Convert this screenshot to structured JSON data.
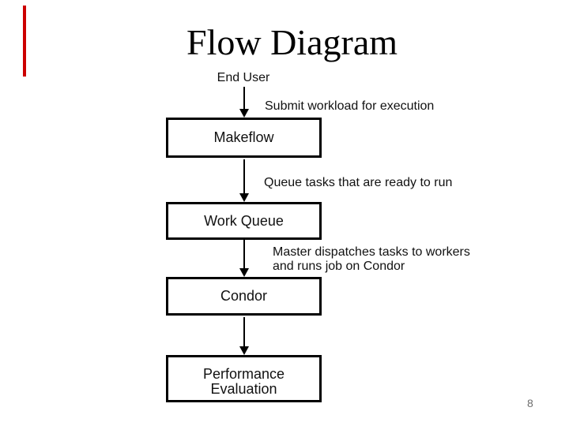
{
  "slide": {
    "title": "Flow Diagram",
    "page_number": "8",
    "accent_color": "#cc0000",
    "background_color": "#ffffff",
    "text_color": "#111111",
    "border_color": "#000000"
  },
  "diagram": {
    "start_label": "End User",
    "nodes": [
      {
        "label": "Makeflow"
      },
      {
        "label": "Work Queue"
      },
      {
        "label": "Condor"
      },
      {
        "label_line1": "Performance",
        "label_line2": "Evaluation"
      }
    ],
    "edge_labels": {
      "submit": "Submit workload for execution",
      "queue": "Queue tasks that are ready to run",
      "master_line1": "Master dispatches tasks to workers",
      "master_line2": "and runs job on Condor"
    }
  }
}
